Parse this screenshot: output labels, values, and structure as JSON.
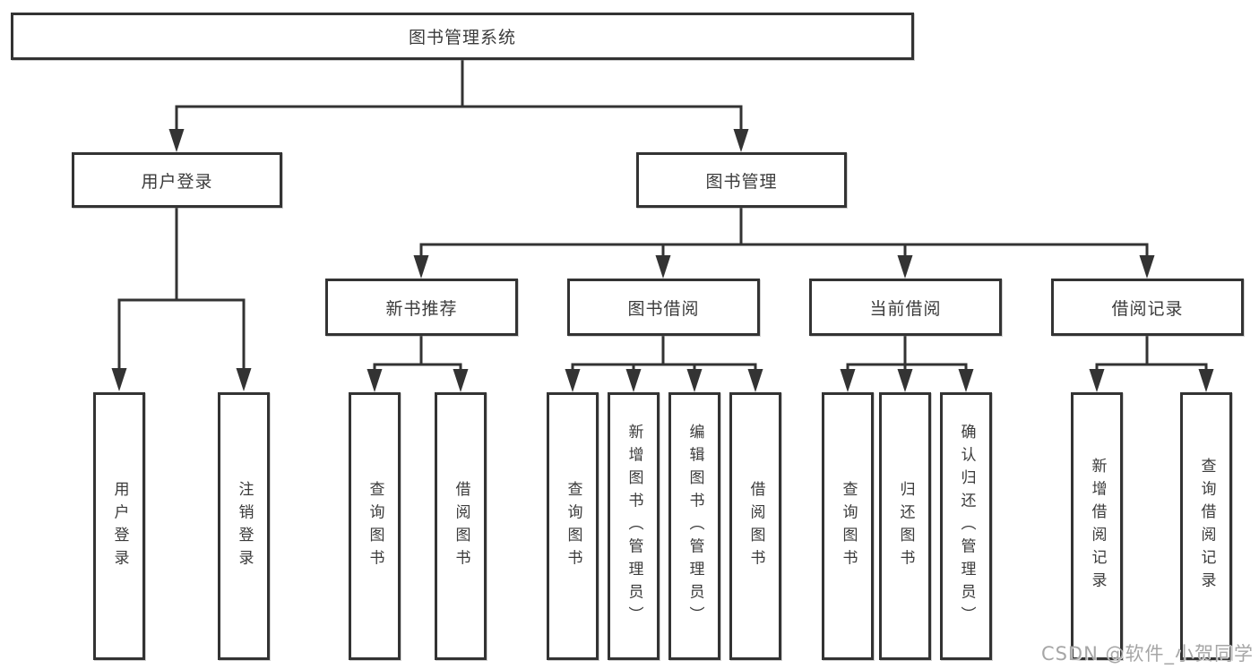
{
  "diagram_title": "图书管理系统",
  "watermark": "CSDN @软件_小贺同学",
  "colors": {
    "line": "#333333",
    "box_border": "#333333",
    "text": "#3b3b3b",
    "watermark_text": "#a6a6a6",
    "background": "#ffffff"
  },
  "tree": {
    "root": "图书管理系统",
    "level2": [
      "用户登录",
      "图书管理"
    ],
    "level3": [
      "新书推荐",
      "图书借阅",
      "当前借阅",
      "借阅记录"
    ],
    "leaves": {
      "user_login": [
        "用户登录",
        "注销登录"
      ],
      "new_book_recommend": [
        "查询图书",
        "借阅图书"
      ],
      "book_borrow": [
        "查询图书",
        "新增图书（管理员）",
        "编辑图书（管理员）",
        "借阅图书"
      ],
      "current_borrow": [
        "查询图书",
        "归还图书",
        "确认归还（管理员）"
      ],
      "borrow_records": [
        "新增借阅记录",
        "查询借阅记录"
      ]
    }
  }
}
